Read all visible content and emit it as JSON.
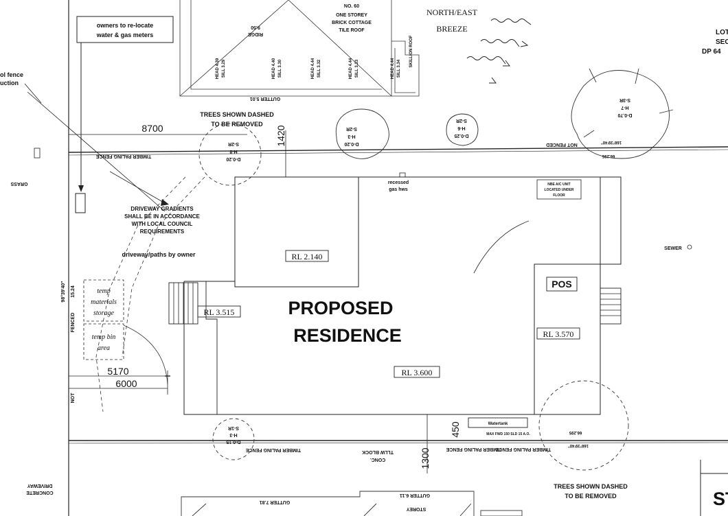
{
  "north_neighbour": {
    "cottage_label_1": "NO. 60",
    "cottage_label_2": "ONE STOREY",
    "cottage_label_3": "BRICK COTTAGE",
    "cottage_label_4": "TILE ROOF",
    "ridge_label": "RIDGE",
    "ridge_value": "9.50",
    "gutter_label": "GUTTER 5.01",
    "skillion_label": "SKILLION ROOF",
    "windows": [
      {
        "head": "HEAD 4.39",
        "sill": "SILL 3.29"
      },
      {
        "head": "HEAD 4.40",
        "sill": "SILL 3.30"
      },
      {
        "head": "HEAD 4.44",
        "sill": "SILL 3.32"
      },
      {
        "head": "HEAD 4.44",
        "sill": "SILL 3.33"
      },
      {
        "head": "HEAD 4.44",
        "sill": "SILL 3.34"
      }
    ]
  },
  "breeze_label_1": "NORTH/EAST",
  "breeze_label_2": "BREEZE",
  "lot_label_1": "LOT",
  "lot_label_2": "SEC.",
  "lot_label_3": "DP 64",
  "owner_note_1": "owners to re-locate",
  "owner_note_2": "water & gas meters",
  "pool_fence_1": "ol fence",
  "pool_fence_2": "uction",
  "trees_note_top_1": "TREES SHOWN DASHED",
  "trees_note_top_2": "TO BE REMOVED",
  "trees_note_bottom_1": "TREES SHOWN DASHED",
  "trees_note_bottom_2": "TO BE REMOVED",
  "dims": {
    "d8700": "8700",
    "d1420": "1420",
    "d5170": "5170",
    "d6000": "6000",
    "d450": "450",
    "d1300": "1300"
  },
  "fences": {
    "timber_top_left": "TIMBER PALING FENCE",
    "not_fenced_top": "NOT FENCED",
    "timber_bottom_left": "TIMBER PALING FENCE",
    "timber_bottom_right_1": "TIMBER PALING FENCE",
    "timber_bottom_right_2": "TIMBER PALING FENCE",
    "block_wall_1": "TLLW BLOCK",
    "block_wall_2": "CONC.",
    "not_left": "NOT",
    "fenced_left": "FENCED",
    "length_left": "15.24"
  },
  "bearings": {
    "top": "168°39'40\"",
    "top_dist": "66.295",
    "bottom": "168°39'40\"",
    "bottom_dist": "66.295",
    "left": "98°39'40\""
  },
  "grass_label": "GRASS",
  "driveway_note": [
    "DRIVEWAY GRADIENTS",
    "SHALL BE IN ACCORDANCE",
    "WITH LOCAL COUNCIL",
    "REQUIREMENTS"
  ],
  "driveway_owner": "driveway/paths by owner",
  "temp_storage": [
    "temp",
    "materials",
    "storage"
  ],
  "temp_bin": [
    "temp bin",
    "area"
  ],
  "recessed_gas": [
    "recessed",
    "gas hws"
  ],
  "ac_note": [
    "NBE A/C UNIT",
    "LOCATED UNDER",
    "FLOOR"
  ],
  "sewer_label": "SEWER",
  "residence_line1": "PROPOSED",
  "residence_line2": "RESIDENCE",
  "rl_labels": {
    "rl_2140": "RL 2.140",
    "rl_3515": "RL 3.515",
    "rl_3570": "RL 3.570",
    "rl_3600": "RL 3.600"
  },
  "pos_label": "POS",
  "water_tank": "Watertank",
  "tank_note": "MAX FWD 150 SLD 15 A.O.",
  "trees": {
    "big": [
      "S-3R",
      "H-7",
      "D-0.70"
    ],
    "small_mid": [
      "S-2R",
      "H-3",
      "D-0.20"
    ],
    "small_right": [
      "S-2R",
      "H-6",
      "D-0.25"
    ],
    "left": [
      "S-2R",
      "H-8",
      "D-0.20"
    ],
    "bottom": [
      "S-1R",
      "H-3",
      "D-0.15"
    ]
  },
  "south_neighbour": {
    "gutter_left": "GUTTER 7.81",
    "gutter_right": "GUTTER 6.11",
    "storey": "STOREY"
  },
  "driveway_concrete_1": "DRIVEWAY",
  "driveway_concrete_2": "CONCRETE",
  "street_label": "ST"
}
